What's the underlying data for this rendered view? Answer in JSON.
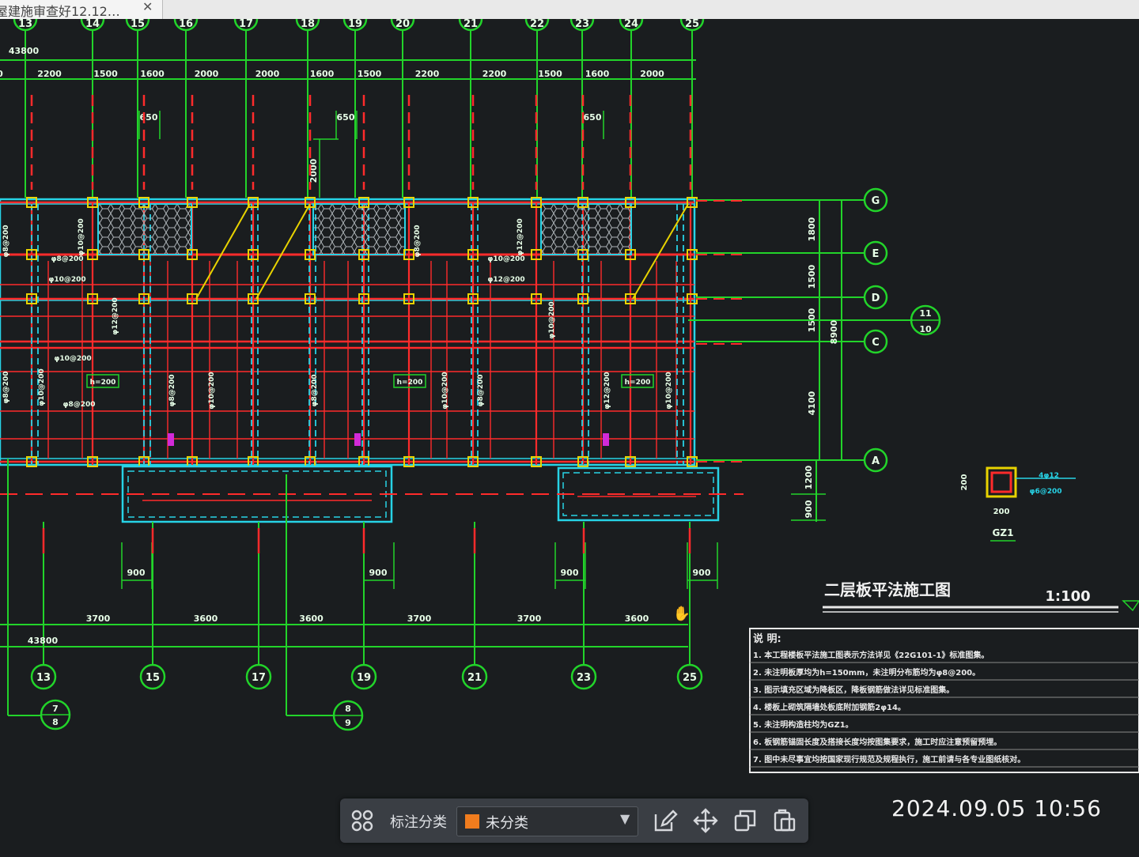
{
  "tab": {
    "title": "屋建施审查好12.12…",
    "close": "✕"
  },
  "drawing": {
    "top_axes": [
      "13",
      "14",
      "15",
      "16",
      "17",
      "18",
      "19",
      "20",
      "21",
      "22",
      "23",
      "24",
      "25"
    ],
    "top_total": "43800",
    "top_dims": [
      "0",
      "2200",
      "1500",
      "1600",
      "2000",
      "2000",
      "1600",
      "1500",
      "2200",
      "2200",
      "1500",
      "1600",
      "2000"
    ],
    "dim_650": "650",
    "dim_2000_vertical": "2000",
    "right_axes": [
      "G",
      "E",
      "D",
      "C",
      "A"
    ],
    "ref_bubble": {
      "top": "11",
      "bottom": "10"
    },
    "right_dims": [
      "1800",
      "1500",
      "1500",
      "8900",
      "4100",
      "1200",
      "900"
    ],
    "slab_rebar": [
      "φ8@200",
      "φ10@200",
      "φ8@200",
      "φ10@200",
      "φ8@200",
      "φ12@200",
      "φ10@200",
      "φ12@200"
    ],
    "slab_h": "h=200",
    "bottom_dims_900": [
      "900",
      "900",
      "900",
      "900"
    ],
    "bottom_dims": [
      "3700",
      "3600",
      "3600",
      "3700",
      "3700",
      "3600"
    ],
    "bottom_total": "43800",
    "bottom_axes": [
      "13",
      "15",
      "17",
      "19",
      "21",
      "23",
      "25"
    ],
    "ref_left": {
      "top": "7",
      "bottom": "8"
    },
    "ref_mid": {
      "top": "8",
      "bottom": "9"
    },
    "gz": {
      "dim_a": "200",
      "dim_b": "200",
      "rebar_a": "4φ12",
      "rebar_b": "φ6@200",
      "label": "GZ1"
    },
    "plan_title": "二层板平法施工图",
    "scale": "1:100",
    "notes_title": "说 明:",
    "notes": [
      "1. 本工程楼板平法施工图表示方法详见《22G101-1》标准图集。",
      "2. 未注明板厚均为h=150mm，未注明分布筋均为φ8@200。",
      "3. 图示填充区域为降板区，降板钢筋做法详见标准图集。",
      "4. 楼板上砌筑隔墙处板底附加钢筋2φ14。",
      "5. 未注明构造柱均为GZ1。",
      "6. 板钢筋锚固长度及搭接长度均按图集要求，施工时应注意预留预埋。",
      "7. 图中未尽事宜均按国家现行规范及规程执行，施工前请与各专业图纸核对。"
    ]
  },
  "toolbar": {
    "label": "标注分类",
    "select_value": "未分类"
  },
  "timestamp": "2024.09.05  10:56",
  "colors": {
    "axis_green": "#22d42a",
    "beam_red": "#ff2b2b",
    "cyan": "#27d3e6",
    "yellow": "#e8d300",
    "swatch": "#f07c1e"
  }
}
